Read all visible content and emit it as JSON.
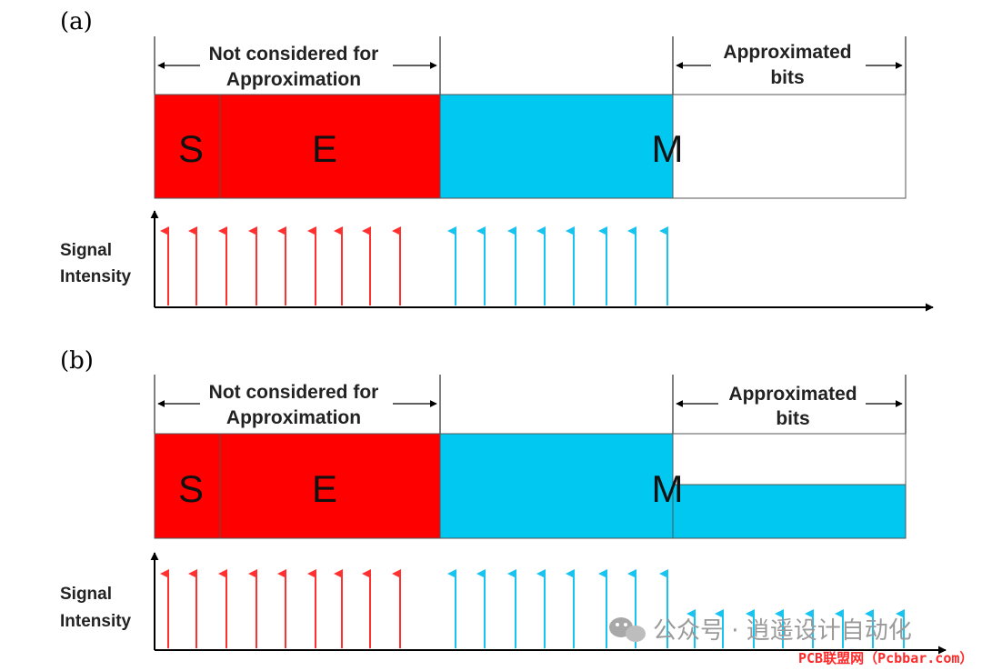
{
  "panels": [
    {
      "label": "(a)",
      "left_bracket_text": [
        "Not considered for",
        "Approximation"
      ],
      "right_bracket_text": [
        "Approximated",
        "bits"
      ],
      "fields": {
        "s": "S",
        "e": "E",
        "m": "M"
      },
      "y_axis_label": [
        "Signal",
        "Intensity"
      ],
      "approximated_region": "empty",
      "arrows": {
        "red": 9,
        "blue": 8,
        "small_blue": 0
      }
    },
    {
      "label": "(b)",
      "left_bracket_text": [
        "Not considered for",
        "Approximation"
      ],
      "right_bracket_text": [
        "Approximated",
        "bits"
      ],
      "fields": {
        "s": "S",
        "e": "E",
        "m": "M"
      },
      "y_axis_label": [
        "Signal",
        "Intensity"
      ],
      "approximated_region": "partially filled (lower half)",
      "arrows": {
        "red": 9,
        "blue": 8,
        "small_blue": 8
      }
    }
  ],
  "colors": {
    "red": "#ff0000",
    "blue": "#00c8f0",
    "red_arrow": "#ff3030",
    "blue_arrow": "#19c3ef"
  },
  "watermark": {
    "text": "公众号 · 逍遥设计自动化",
    "site": "PCB联盟网（Pcbbar.com）",
    "icon": "wechat-icon"
  }
}
